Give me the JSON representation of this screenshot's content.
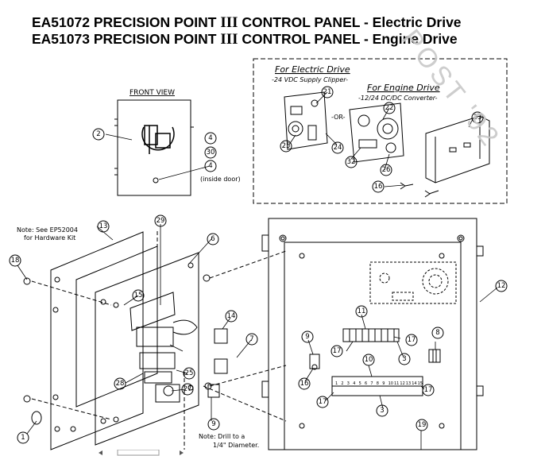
{
  "title": {
    "line1_prefix": "EA51072 PRECISION POINT ",
    "line1_roman": "III",
    "line1_suffix": " CONTROL PANEL - Electric Drive",
    "line2_prefix": "EA51073 PRECISION POINT ",
    "line2_roman": "III",
    "line2_suffix": " CONTROL PANEL - Engine Drive"
  },
  "watermark": "POST '92",
  "labels": {
    "front_view": "FRONT VIEW",
    "electric_drive": "For Electric Drive",
    "electric_sub": "-24 VDC Supply Clipper-",
    "or": "-OR-",
    "engine_drive": "For Engine Drive",
    "engine_sub": "-12/24 DC/DC Converter-",
    "inside_door": "(inside door)",
    "note_hw_1": "Note: See EP52004",
    "note_hw_2": "for Hardware Kit",
    "note_drill_1": "Note: Drill to a",
    "note_drill_2": "1/4\" Diameter."
  },
  "callouts": {
    "c1": "1",
    "c2": "2",
    "c3a": "3",
    "c3b": "3",
    "c4a": "4",
    "c4b": "4",
    "c6": "6",
    "c7": "7",
    "c8": "8",
    "c9a": "9",
    "c9b": "9",
    "c10": "10",
    "c11": "11",
    "c12": "12",
    "c13": "13",
    "c14": "14",
    "c15": "15",
    "c16a": "16",
    "c16b": "16",
    "c17a": "17",
    "c17b": "17",
    "c17c": "17",
    "c17d": "17",
    "c18": "18",
    "c19": "19",
    "c21": "21",
    "c22": "22",
    "c23": "23",
    "c24": "24",
    "c25a": "25",
    "c25b": "25",
    "c26": "26",
    "c27": "27",
    "c28": "28",
    "c29": "29",
    "c30": "30",
    "c32": "32"
  },
  "terminal_numbers": [
    "1",
    "2",
    "3",
    "4",
    "5",
    "6",
    "7",
    "8",
    "9",
    "10",
    "11",
    "12",
    "13",
    "14",
    "15"
  ]
}
